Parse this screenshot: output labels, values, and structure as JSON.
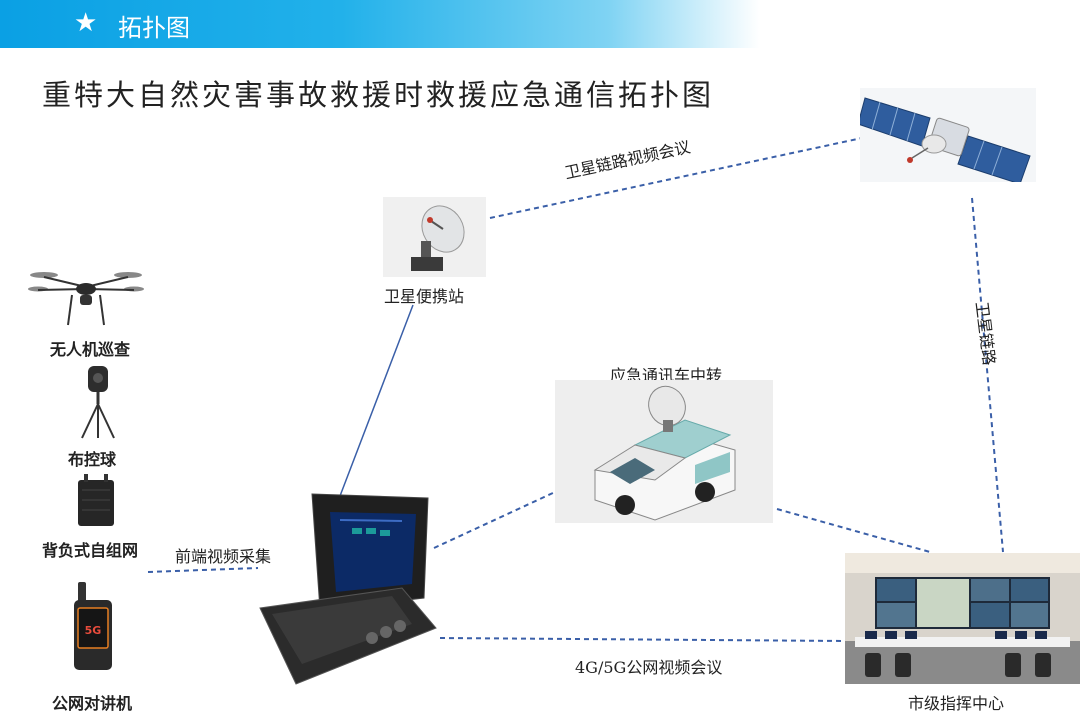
{
  "header": {
    "star_icon": "star-icon",
    "title": "拓扑图"
  },
  "title": "重特大自然灾害事故救援时救援应急通信拓扑图",
  "nodes": {
    "satellite": {
      "icon": "satellite-icon"
    },
    "satellite_station": {
      "label": "卫星便携站",
      "icon": "satellite-dish-icon"
    },
    "drone": {
      "label": "无人机巡查",
      "icon": "drone-icon"
    },
    "ptz_camera": {
      "label": "布控球",
      "icon": "ptz-camera-icon"
    },
    "backpack": {
      "label": "背负式自组网",
      "icon": "backpack-radio-icon"
    },
    "ptt_phone": {
      "label": "公网对讲机",
      "icon": "ptt-phone-icon",
      "badge": "5G"
    },
    "command_vehicle": {
      "label": "应急通讯车中转",
      "icon": "vehicle-icon"
    },
    "field_terminal": {
      "icon": "field-terminal-icon"
    },
    "command_center": {
      "label": "市级指挥中心",
      "icon": "command-center-icon"
    }
  },
  "links": {
    "satellite_video": "卫星链路视频会议",
    "satellite_link": "卫星链路",
    "front_video": "前端视频采集",
    "public_net_video": "4G/5G公网视频会议"
  },
  "colors": {
    "accent": "#1aa7e8",
    "link": "#3a5fa8",
    "text": "#222222"
  }
}
